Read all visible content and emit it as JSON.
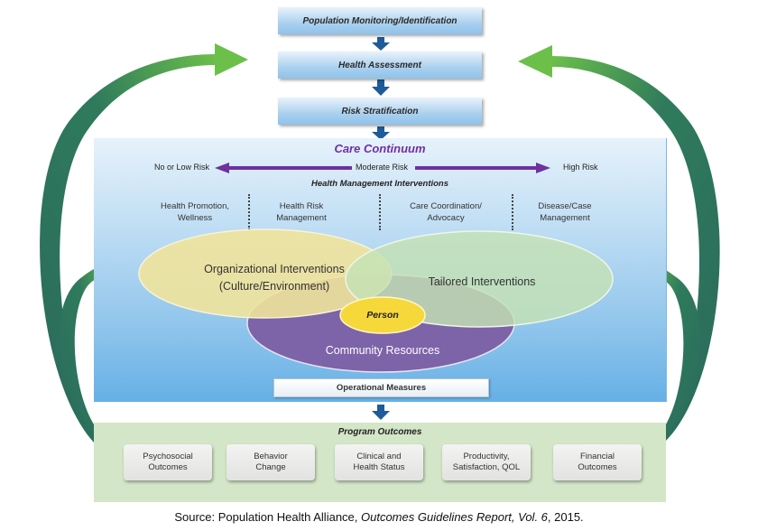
{
  "process_steps": [
    "Population Monitoring/Identification",
    "Health Assessment",
    "Risk Stratification"
  ],
  "care_continuum": {
    "title": "Care Continuum",
    "risk_scale": {
      "low": "No or Low Risk",
      "moderate": "Moderate Risk",
      "high": "High Risk"
    },
    "interventions_heading": "Health Management Interventions",
    "intervention_categories": [
      "Health Promotion,\nWellness",
      "Health Risk\nManagement",
      "Care Coordination/\nAdvocacy",
      "Disease/Case\nManagement"
    ],
    "ellipses": {
      "organizational": "Organizational Interventions\n(Culture/Environment)",
      "tailored": "Tailored Interventions",
      "community": "Community Resources",
      "person": "Person"
    },
    "operational_measures": "Operational Measures"
  },
  "program_outcomes": {
    "title": "Program Outcomes",
    "items": [
      "Psychosocial\nOutcomes",
      "Behavior\nChange",
      "Clinical and\nHealth Status",
      "Productivity,\nSatisfaction, QOL",
      "Financial\nOutcomes"
    ]
  },
  "source": {
    "prefix": "Source: Population Health Alliance, ",
    "title": "Outcomes Guidelines Report, Vol. 6",
    "suffix": ", 2015."
  },
  "colors": {
    "feedback_arrow_dark": "#2a6b5c",
    "feedback_arrow_light": "#6cc04a",
    "flow_arrow": "#1f5a99",
    "risk_arrow": "#7030a0",
    "organizational": "#efe39b",
    "tailored": "#c5e2b5",
    "community": "#7d63a8",
    "person": "#f7d83a"
  }
}
